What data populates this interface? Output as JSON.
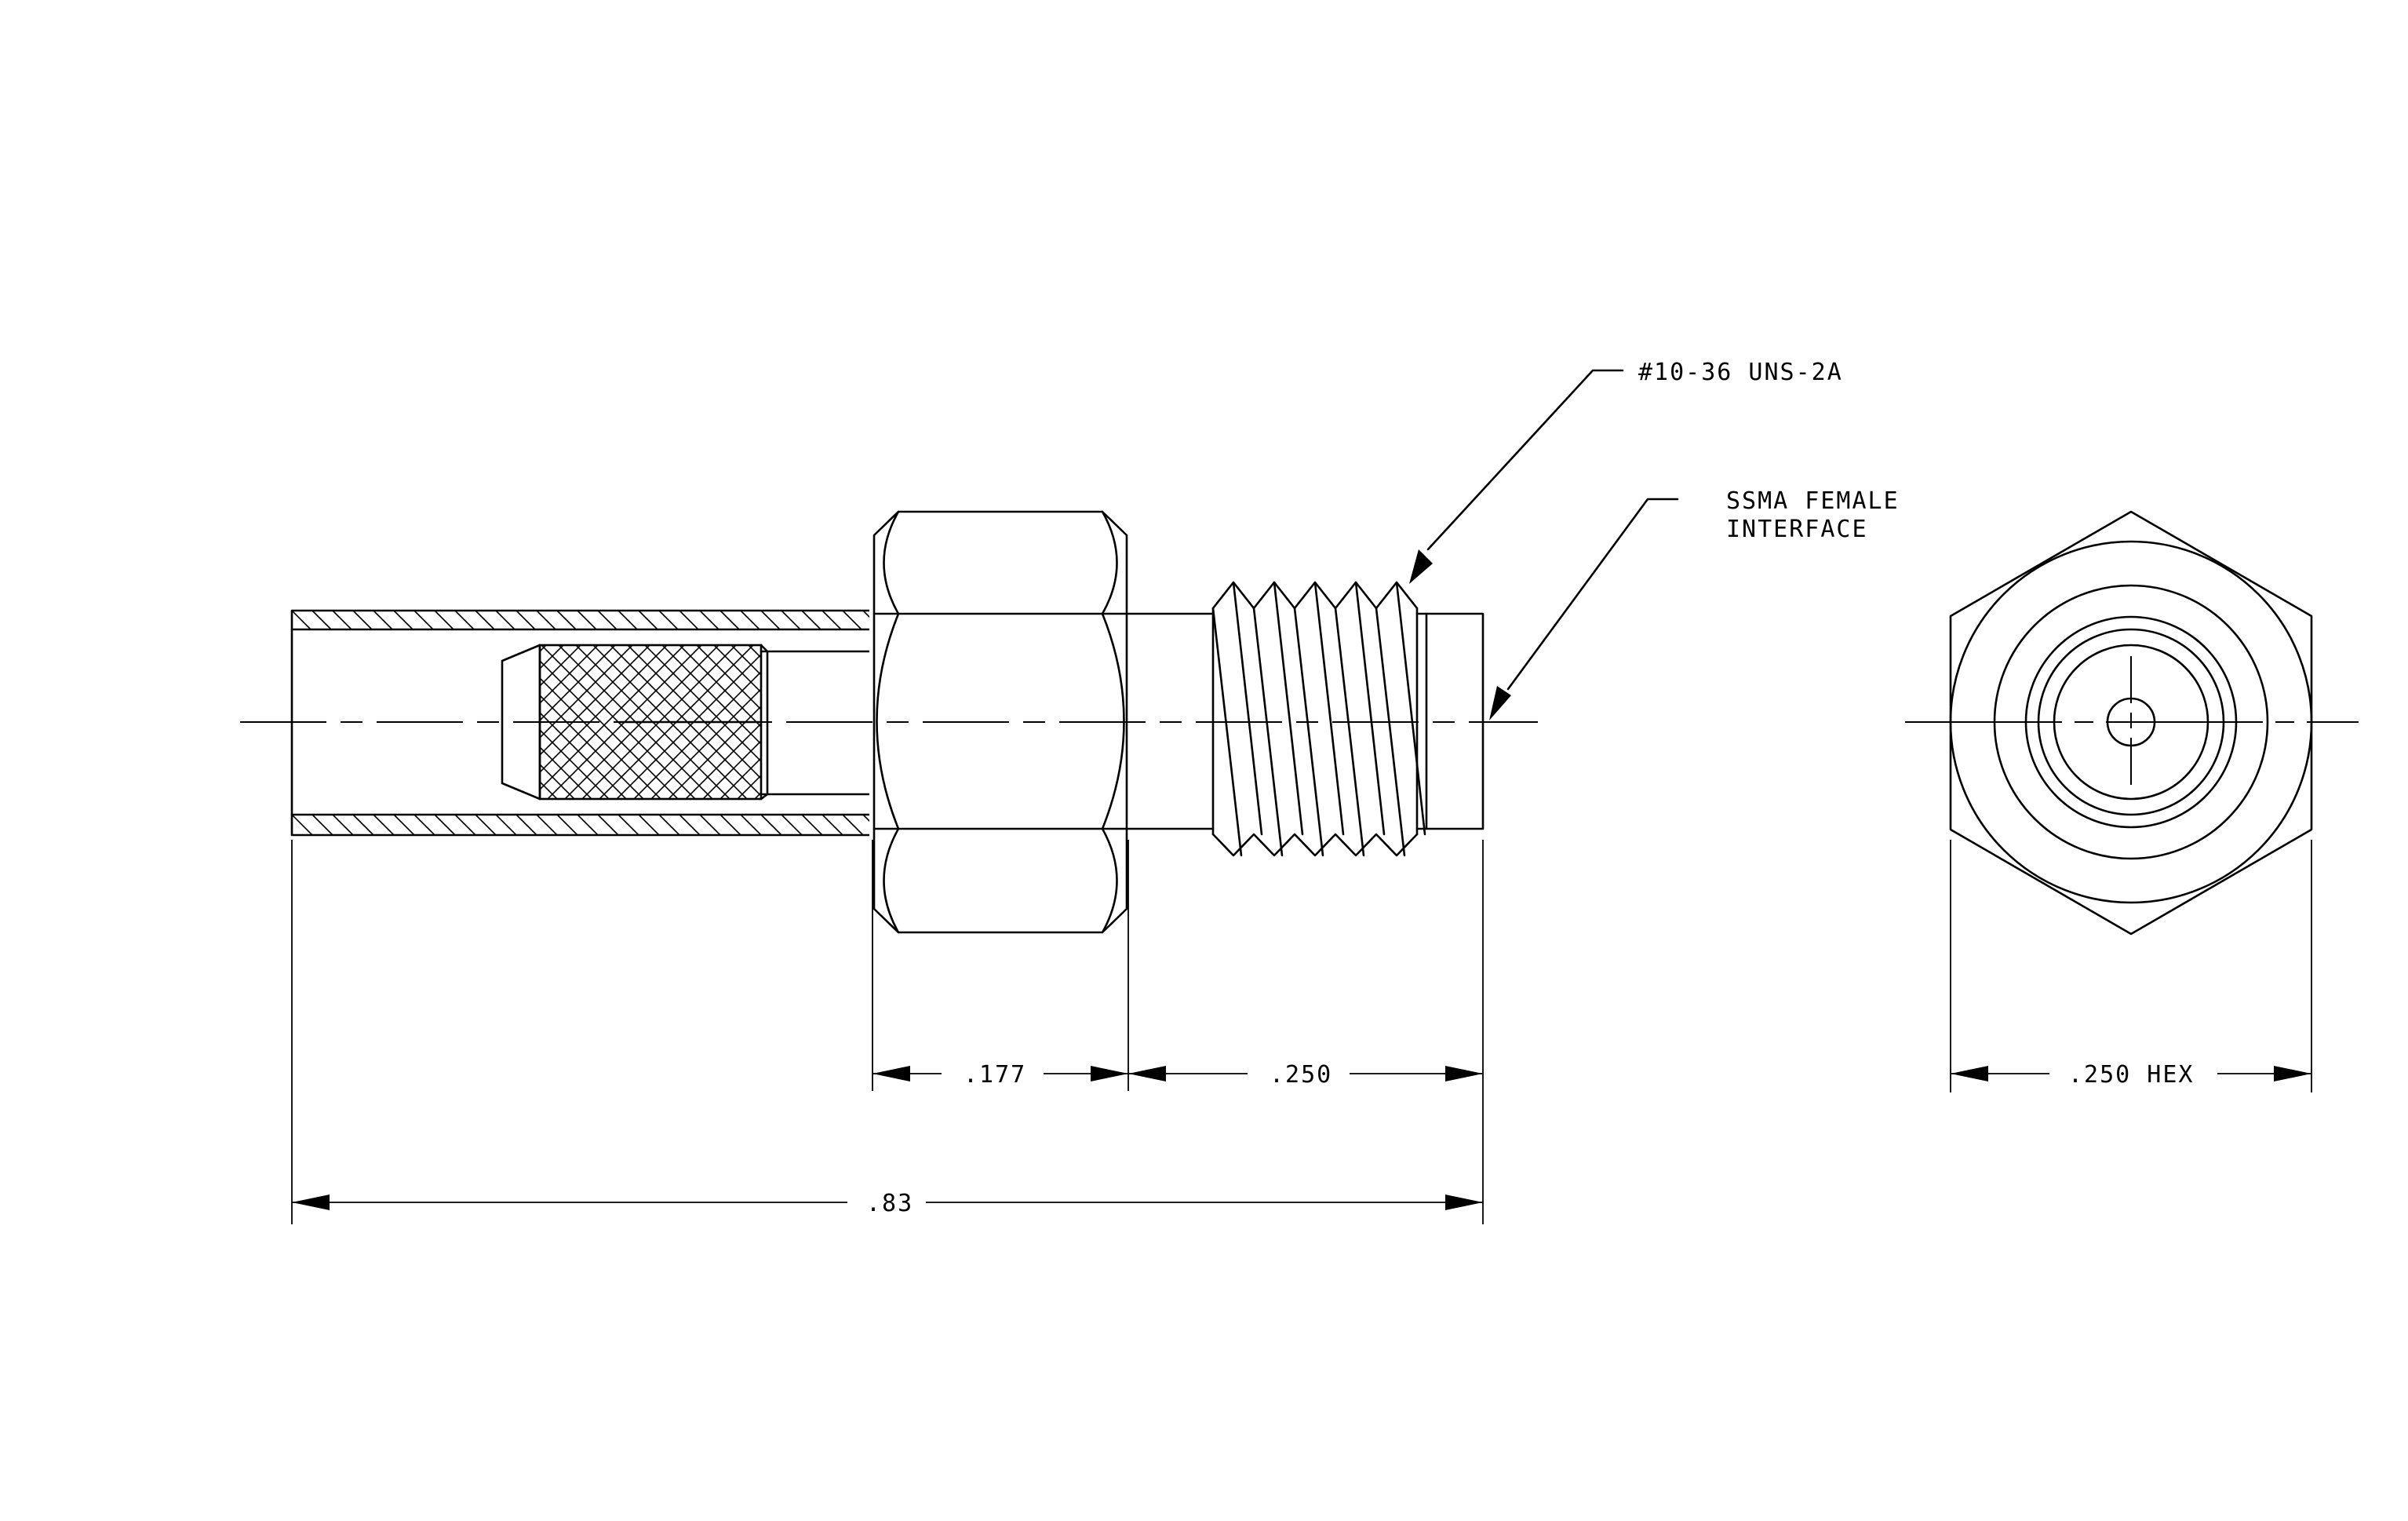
{
  "callouts": {
    "thread": "#10-36 UNS-2A",
    "interface_line1": "SSMA FEMALE",
    "interface_line2": "INTERFACE"
  },
  "dimensions": {
    "hex_length": ".177",
    "thread_length": ".250",
    "overall_length": ".83",
    "hex_size": ".250 HEX"
  }
}
